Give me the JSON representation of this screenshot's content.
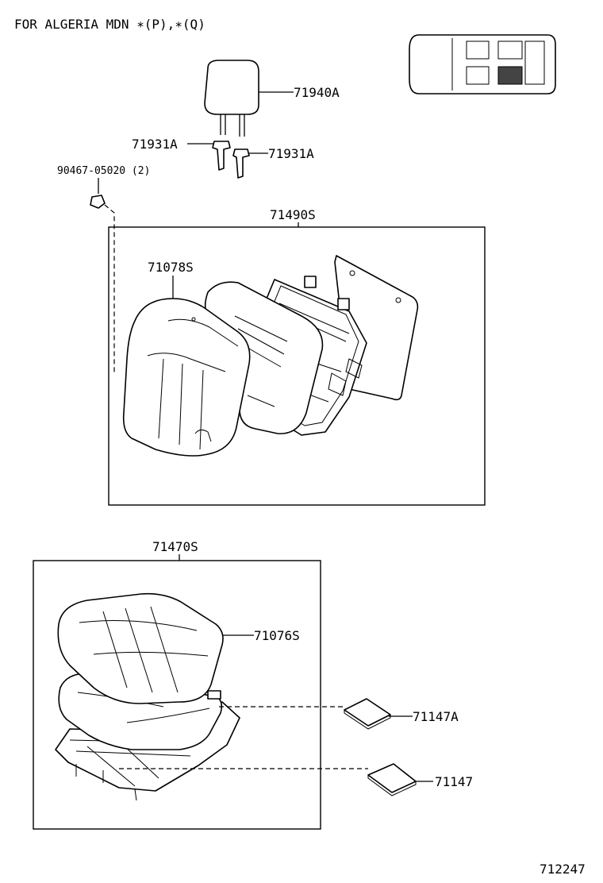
{
  "header": {
    "title": "FOR ALGERIA MDN ∗(P),∗(Q)"
  },
  "parts": {
    "headrest": "71940A",
    "support_left": "71931A",
    "support_right": "71931A",
    "bolt": "90467-05020 (2)",
    "seatback_assy": "71490S",
    "seatback_cover": "71078S",
    "cushion_assy": "71470S",
    "cushion_cover": "71076S",
    "pad_a": "71147A",
    "pad_b": "71147"
  },
  "footer": {
    "diagram_number": "712247"
  }
}
